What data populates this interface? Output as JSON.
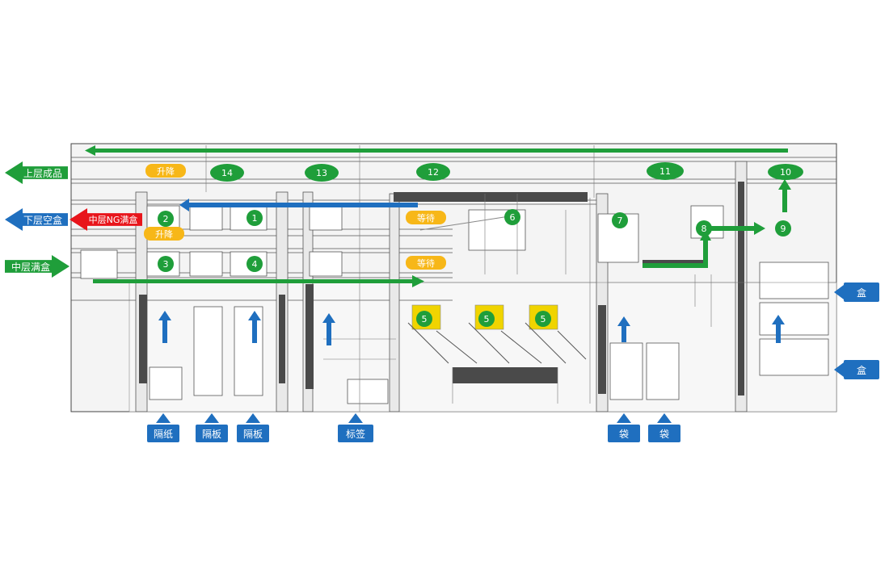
{
  "side_arrows": {
    "upper_finished": "上层成品",
    "lower_empty_box": "下层空盒",
    "middle_ng_box": "中层NG满盒",
    "middle_full_box": "中层满盒"
  },
  "status_tags": {
    "lift_1": "升降",
    "lift_2": "升降",
    "wait_1": "等待",
    "wait_2": "等待"
  },
  "stations": [
    "1",
    "2",
    "3",
    "4",
    "5",
    "5",
    "5",
    "6",
    "7",
    "8",
    "9",
    "10",
    "11",
    "12",
    "13",
    "14"
  ],
  "inputs": {
    "spacer_paper": "隔纸",
    "spacer_board_1": "隔板",
    "spacer_board_2": "隔板",
    "label": "标签",
    "bag_1": "袋",
    "bag_2": "袋",
    "box_1": "盒",
    "box_2": "盒"
  },
  "colors": {
    "green": "#1f9e3a",
    "blue": "#1f6fbf",
    "red": "#e8151b",
    "yellow": "#f7b718",
    "machine_line": "#555555"
  }
}
